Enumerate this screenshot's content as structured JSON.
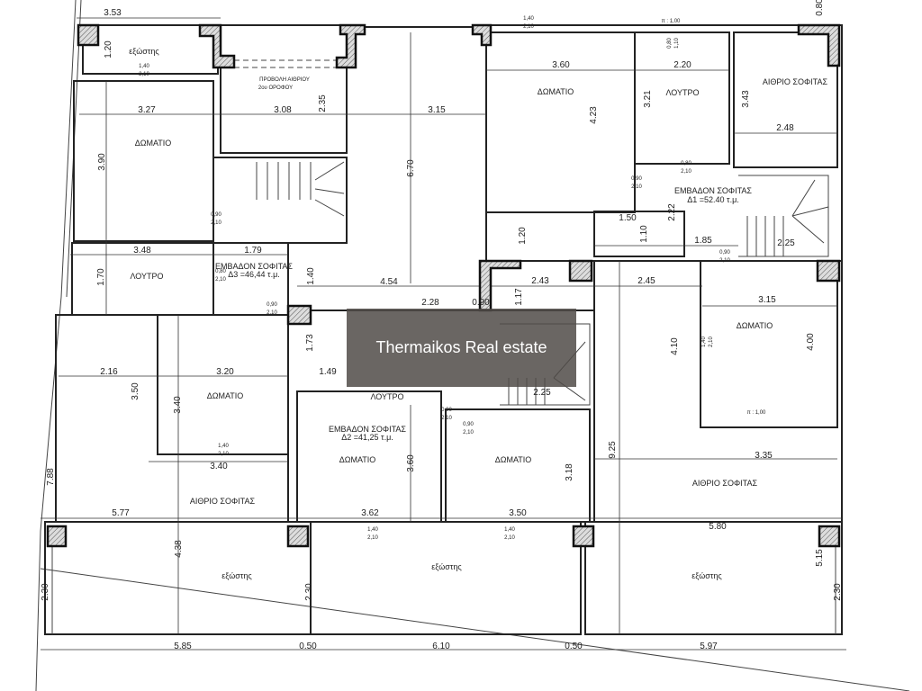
{
  "watermark": "Thermaikos Real estate",
  "rooms": {
    "balcony": "εξώστης",
    "room": "ΔΩΜΑΤΙΟ",
    "bathroom": "ΛΟΥΤΡΟ",
    "atrium": "ΑΙΘΡΙΟ ΣΟΦΙΤΑΣ",
    "projection_1": "ΠΡΟΒΟΛΗ ΑΙΘΡΙΟΥ",
    "projection_2": "2ου ΟΡΟΦΟΥ",
    "area_label": "ΕΜΒΑΔΟΝ ΣΟΦΙΤΑΣ",
    "area_d1": "Δ1 =52.40 τ.μ.",
    "area_d2": "Δ2 =41,25 τ.μ.",
    "area_d3": "Δ3 =46,44 τ.μ."
  },
  "sill": "π : 1,00",
  "dims": [
    "3.53",
    "1.20",
    "3.27",
    "3.08",
    "2.35",
    "3.15",
    "3.90",
    "6.70",
    "3.48",
    "1.79",
    "1.70",
    "1.40",
    "4.54",
    "0.80",
    "3.60",
    "2.20",
    "3.21",
    "3.43",
    "4.23",
    "2.48",
    "2.22",
    "1.50",
    "1.10",
    "1.20",
    "1.85",
    "2.25",
    "2.43",
    "2.45",
    "1.17",
    "3.15",
    "4.10",
    "4.00",
    "3.35",
    "2.28",
    "0.90",
    "1.73",
    "1.49",
    "2.25",
    "3.60",
    "3.18",
    "3.62",
    "3.50",
    "2.16",
    "3.20",
    "3.50",
    "3.40",
    "3.40",
    "7.88",
    "5.77",
    "4.38",
    "2.30",
    "2.30",
    "2.30",
    "9.25",
    "5.80",
    "5.15",
    "5.85",
    "0.50",
    "6.10",
    "0.50",
    "5.97"
  ],
  "openings": [
    {
      "w": "1,40",
      "h": "2,10"
    },
    {
      "w": "0,90",
      "h": "2,10"
    },
    {
      "w": "0,80",
      "h": "2,10"
    },
    {
      "w": "0,90",
      "h": "2,10"
    },
    {
      "w": "1,40",
      "h": "2,10"
    },
    {
      "w": "0,80",
      "h": "2,10"
    },
    {
      "w": "0,90",
      "h": "2,10"
    },
    {
      "w": "0,90",
      "h": "2,10"
    },
    {
      "w": "0,90",
      "h": "2,10"
    },
    {
      "w": "0,90",
      "h": "2,10"
    },
    {
      "w": "1,40",
      "h": "2,10"
    },
    {
      "w": "1,40",
      "h": "2,10"
    },
    {
      "w": "1,40",
      "h": "2,10"
    },
    {
      "w": "0,80",
      "h": "1,10"
    },
    {
      "w": "1,40",
      "h": "2,10"
    }
  ]
}
